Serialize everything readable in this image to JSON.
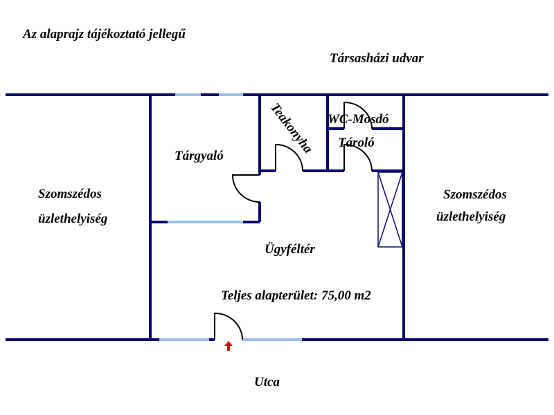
{
  "note": "Az alaprajz tájékoztató jellegű",
  "labels": {
    "courtyard": "Társasházi udvar",
    "street": "Utca",
    "neighbor_left_1": "Szomszédos",
    "neighbor_left_2": "üzlethelyiség",
    "neighbor_right_1": "Szomszédos",
    "neighbor_right_2": "üzlethelyiség",
    "meeting_room": "Tárgyaló",
    "kitchenette": "Teakonyha",
    "wc": "WC-Mosdó",
    "storage": "Tároló",
    "client_area": "Ügyféltér",
    "total_area": "Teljes alapterület: 75,00 m2"
  },
  "colors": {
    "wall": "#0a0a6e",
    "window": "#9cc0e4",
    "entrance_arrow": "#e00000"
  },
  "icons": {
    "entrance": "arrow-up-icon"
  }
}
